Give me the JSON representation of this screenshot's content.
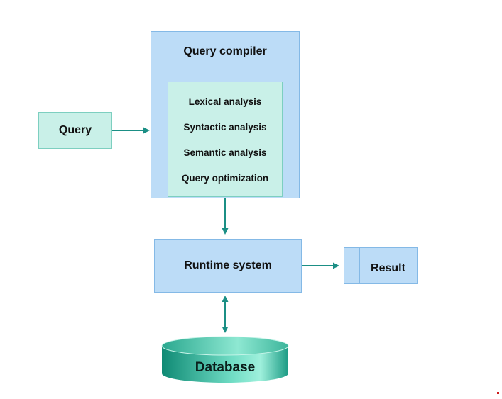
{
  "compiler": {
    "title": "Query compiler",
    "steps": [
      "Lexical analysis",
      "Syntactic analysis",
      "Semantic analysis",
      "Query optimization"
    ]
  },
  "query": {
    "label": "Query"
  },
  "runtime": {
    "label": "Runtime system"
  },
  "result": {
    "label": "Result"
  },
  "database": {
    "label": "Database"
  },
  "colors": {
    "blue_fill": "#bcdcf7",
    "blue_border": "#84b9e6",
    "teal_fill": "#c9f0e8",
    "teal_border": "#7dcfc0",
    "arrow": "#1b8f85",
    "cylinder_dark": "#138f7a",
    "cylinder_light": "#6fdcc4"
  }
}
